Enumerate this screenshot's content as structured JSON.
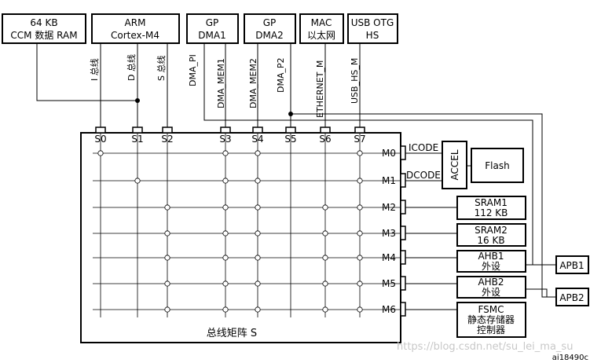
{
  "masters": [
    {
      "id": "ccm",
      "line1": "64 KB",
      "line2": "CCM 数据 RAM"
    },
    {
      "id": "arm",
      "line1": "ARM",
      "line2": "Cortex-M4"
    },
    {
      "id": "dma1",
      "line1": "GP",
      "line2": "DMA1"
    },
    {
      "id": "dma2",
      "line1": "GP",
      "line2": "DMA2"
    },
    {
      "id": "mac",
      "line1": "MAC",
      "line2": "以太网"
    },
    {
      "id": "usb",
      "line1": "USB OTG",
      "line2": "HS"
    }
  ],
  "bus_labels": [
    "I 总线",
    "D 总线",
    "S 总线",
    "DMA_PI",
    "DMA_MEM1",
    "DMA_MEM2",
    "DMA_P2",
    "ETHERNET_M",
    "USB_HS_M"
  ],
  "slave_ports": [
    "S0",
    "S1",
    "S2",
    "S3",
    "S4",
    "S5",
    "S6",
    "S7"
  ],
  "master_ports": [
    "M0",
    "M1",
    "M2",
    "M3",
    "M4",
    "M5",
    "M6"
  ],
  "icode": "ICODE",
  "dcode": "DCODE",
  "accel": "ACCEL",
  "flash": "Flash",
  "sram1": {
    "line1": "SRAM1",
    "line2": "112 KB"
  },
  "sram2": {
    "line1": "SRAM2",
    "line2": "16 KB"
  },
  "ahb1": {
    "line1": "AHB1",
    "line2": "外设"
  },
  "ahb2": {
    "line1": "AHB2",
    "line2": "外设"
  },
  "fsmc": {
    "line1": "FSMC",
    "line2": "静态存储器",
    "line3": "控制器"
  },
  "apb1": "APB1",
  "apb2": "APB2",
  "matrix_label": "总线矩阵 S",
  "figure_id": "ai18490c",
  "watermark": "https://blog.csdn.net/su_lei_ma_su"
}
